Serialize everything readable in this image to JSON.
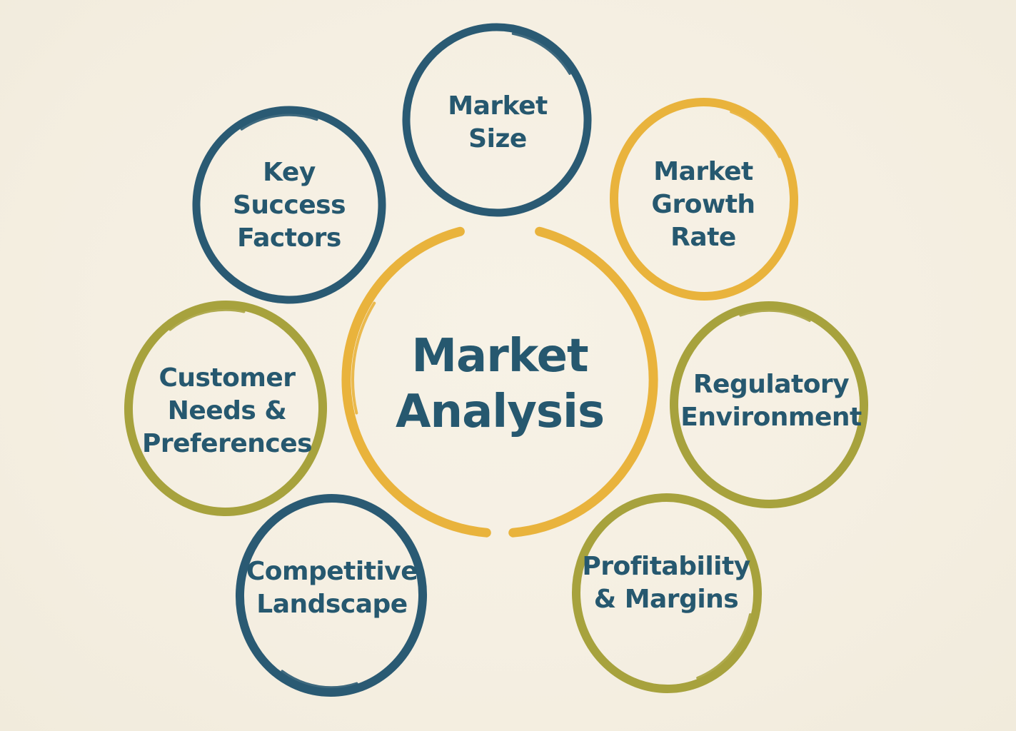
{
  "diagram": {
    "title": "Market Analysis",
    "center": {
      "label": "Market Analysis",
      "lines": [
        "Market",
        "Analysis"
      ],
      "ring_color": "yellow"
    },
    "nodes": [
      {
        "id": "market-size",
        "label": "Market Size",
        "lines": [
          "Market",
          "Size"
        ],
        "ring_color": "blue"
      },
      {
        "id": "key-success-factors",
        "label": "Key Success Factors",
        "lines": [
          "Key",
          "Success",
          "Factors"
        ],
        "ring_color": "blue"
      },
      {
        "id": "market-growth-rate",
        "label": "Market Growth Rate",
        "lines": [
          "Market",
          "Growth",
          "Rate"
        ],
        "ring_color": "yellow"
      },
      {
        "id": "customer-needs-preferences",
        "label": "Customer Needs & Preferences",
        "lines": [
          "Customer",
          "Needs &",
          "Preferences"
        ],
        "ring_color": "olive"
      },
      {
        "id": "regulatory-environment",
        "label": "Regulatory Environment",
        "lines": [
          "Regulatory",
          "Environment"
        ],
        "ring_color": "olive"
      },
      {
        "id": "competitive-landscape",
        "label": "Competitive Landscape",
        "lines": [
          "Competitive",
          "Landscape"
        ],
        "ring_color": "blue"
      },
      {
        "id": "profitability-margins",
        "label": "Profitability & Margins",
        "lines": [
          "Profitability",
          "& Margins"
        ],
        "ring_color": "olive"
      }
    ]
  },
  "colors": {
    "background": "#f5efe2",
    "ink_blue": "#2a5a73",
    "ink_yellow": "#e9b33c",
    "ink_olive": "#a7a23d",
    "text_ink": "#26586f"
  }
}
